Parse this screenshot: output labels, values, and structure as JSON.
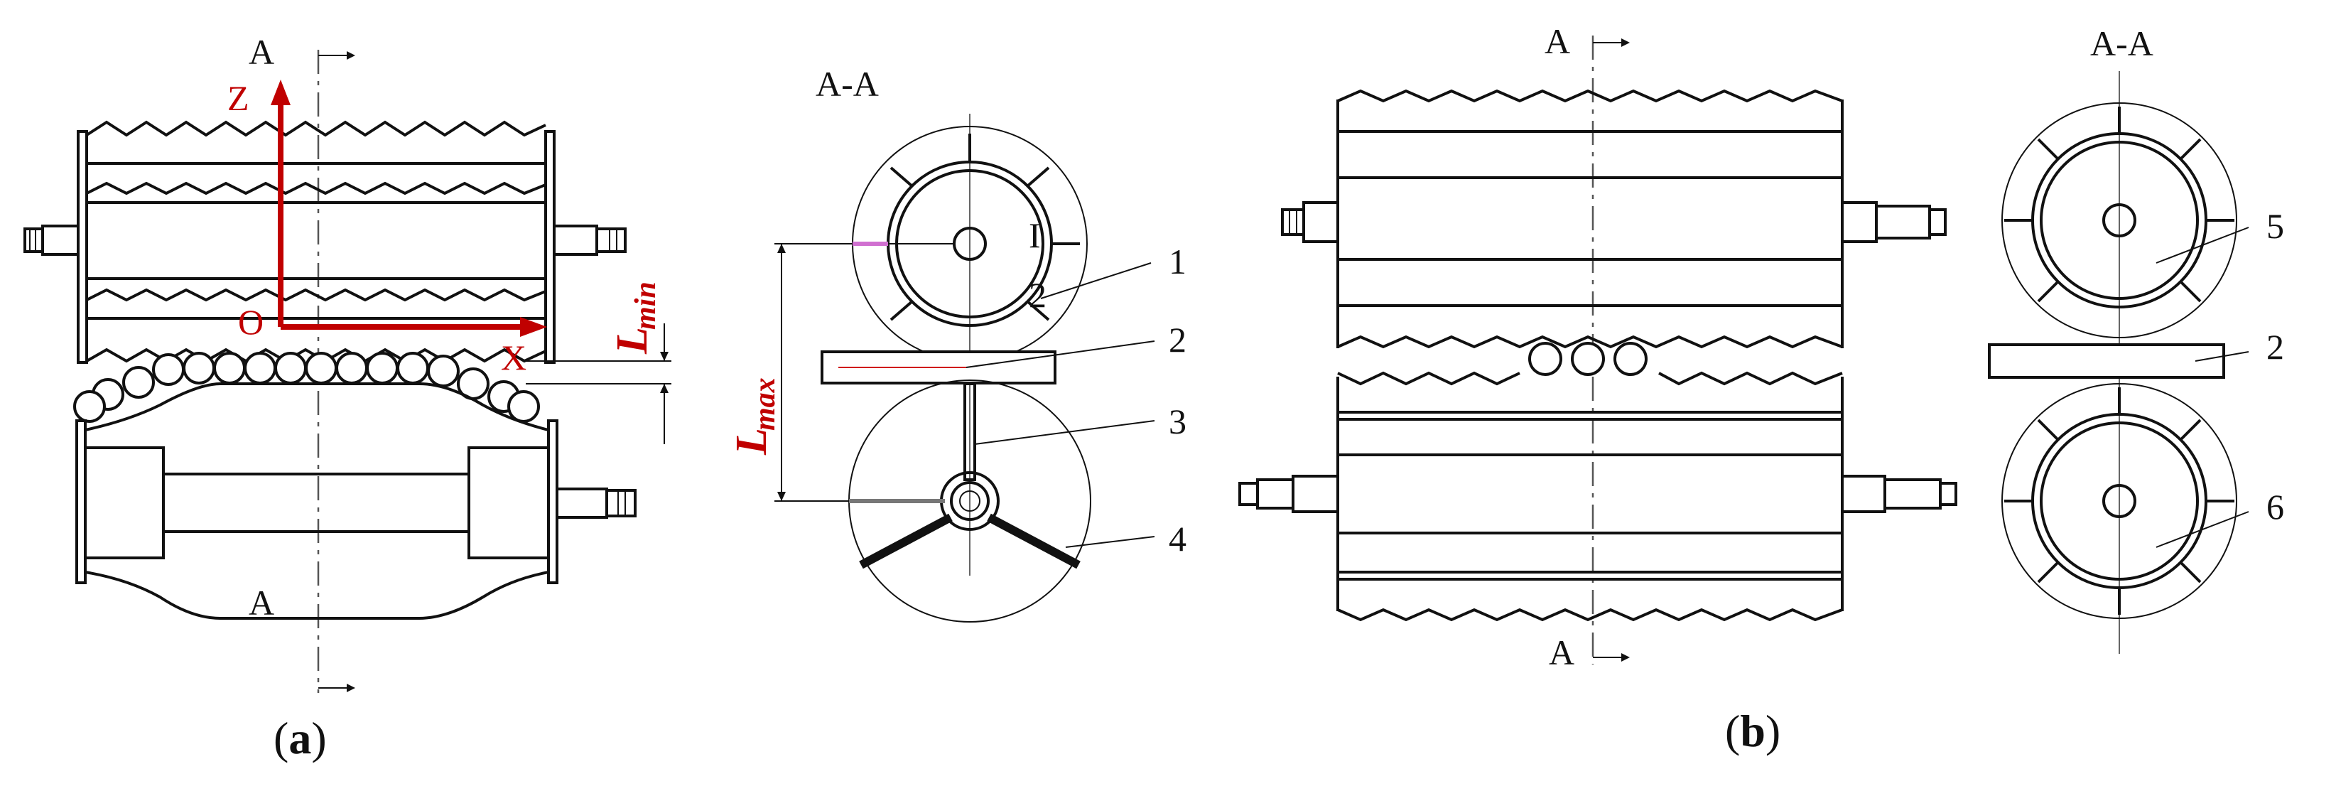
{
  "panel_a": {
    "caption_open": "(",
    "caption_letter": "a",
    "caption_close": ")",
    "section_top": "A",
    "section_bottom": "A",
    "section_view_title": "A-A",
    "axis_z": "Z",
    "axis_x": "X",
    "origin": "O",
    "lmin_main": "L",
    "lmin_sub": "min",
    "lmax_main": "L",
    "lmax_sub": "max",
    "roman_one": "I",
    "roman_two": "2",
    "callouts": [
      "1",
      "2",
      "3",
      "4"
    ]
  },
  "panel_b": {
    "caption_open": "(",
    "caption_letter": "b",
    "caption_close": ")",
    "section_top": "A",
    "section_bottom": "A",
    "section_view_title": "A-A",
    "callouts": [
      "5",
      "2",
      "6"
    ]
  },
  "colors": {
    "line": "#111111",
    "axis_red": "#c00000",
    "dimension_red": "#c00000"
  }
}
